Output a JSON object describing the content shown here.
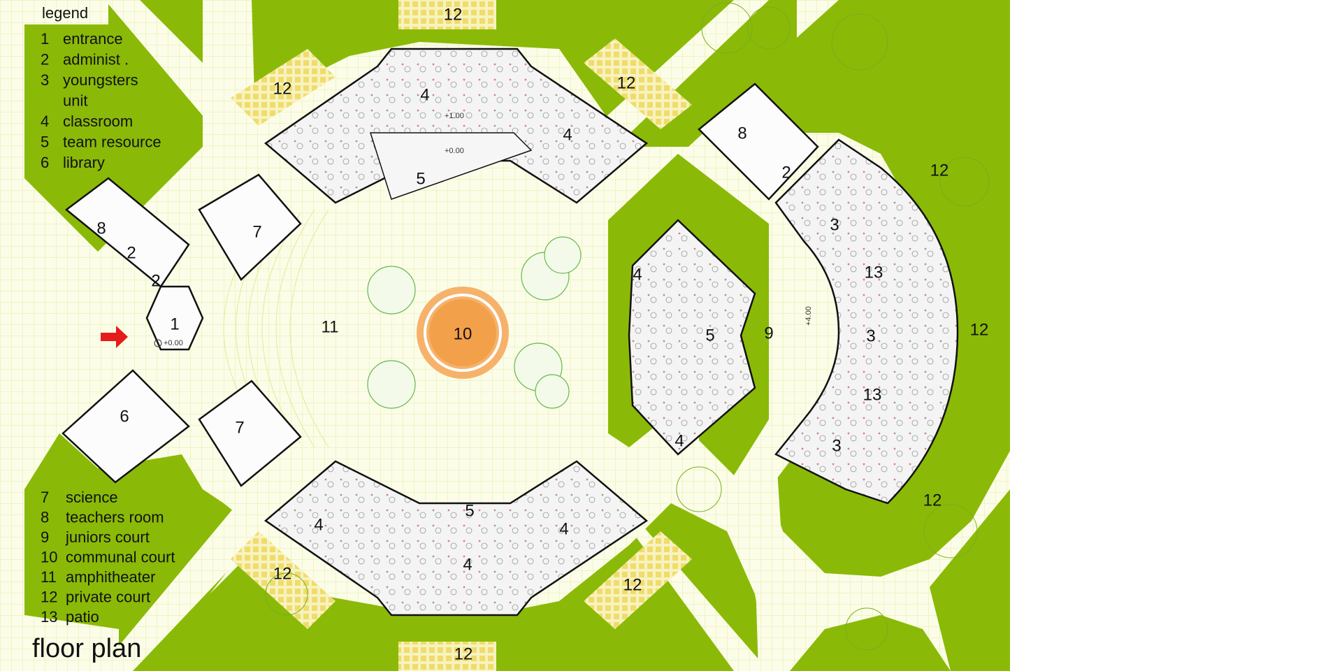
{
  "legend_title": "legend",
  "legend_top": [
    {
      "num": "1",
      "label": "entrance"
    },
    {
      "num": "2",
      "label": "administ ."
    },
    {
      "num": "3",
      "label": "youngsters"
    },
    {
      "num": "",
      "label": "unit"
    },
    {
      "num": "4",
      "label": "classroom"
    },
    {
      "num": "5",
      "label": "team resource"
    },
    {
      "num": "6",
      "label": "library"
    }
  ],
  "legend_bottom": [
    {
      "num": "7",
      "label": "science"
    },
    {
      "num": "8",
      "label": "teachers room"
    },
    {
      "num": "9",
      "label": "juniors court"
    },
    {
      "num": "10",
      "label": "communal court"
    },
    {
      "num": "11",
      "label": "amphitheater"
    },
    {
      "num": "12",
      "label": "private court"
    },
    {
      "num": "13",
      "label": "patio"
    }
  ],
  "title": "floor plan",
  "levels": {
    "entrance": "+0.00",
    "upper_wing": "+1.00",
    "upper_team": "+0.00",
    "east_court": "+4.00"
  },
  "room_labels": {
    "entrance": "1",
    "admin": "2",
    "youngsters": "3",
    "classroom": "4",
    "team": "5",
    "library": "6",
    "science": "7",
    "teachers": "8",
    "juniors_court": "9",
    "communal_court": "10",
    "amphitheater": "11",
    "private_court": "12",
    "patio": "13"
  },
  "colors": {
    "grass": "#8aba07",
    "paving": "#fbfde8",
    "grid": "#e4eca5",
    "court_fill": "#f6b26b",
    "court_ring": "#ffffff",
    "private_court": "#f2e88a",
    "room": "#f2f2f2",
    "wall": "#111111",
    "arrow": "#e51a1a",
    "tree": "#64b84a"
  }
}
